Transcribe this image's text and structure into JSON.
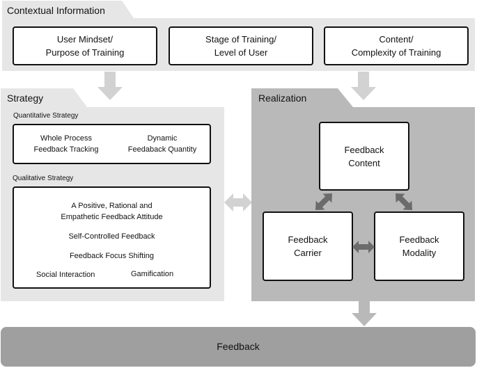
{
  "contextual": {
    "title": "Contextual Information",
    "boxes": [
      {
        "line1": "User Mindset/",
        "line2": "Purpose of Training"
      },
      {
        "line1": "Stage of Training/",
        "line2": "Level of User"
      },
      {
        "line1": "Content/",
        "line2": "Complexity of Training"
      }
    ]
  },
  "strategy": {
    "title": "Strategy",
    "quantitative": {
      "label": "Quantitative Strategy",
      "items": [
        {
          "line1": "Whole Process",
          "line2": "Feedback Tracking"
        },
        {
          "line1": "Dynamic",
          "line2": "Feedaback Quantity"
        }
      ]
    },
    "qualitative": {
      "label": "Qualitative Strategy",
      "item1_line1": "A Positive, Rational and",
      "item1_line2": "Empathetic Feedback Attitude",
      "item2": "Self-Controlled Feedback",
      "item3": "Feedback Focus Shifting",
      "item4": "Social Interaction",
      "item5": "Gamification"
    }
  },
  "realization": {
    "title": "Realization",
    "content": {
      "line1": "Feedback",
      "line2": "Content"
    },
    "carrier": {
      "line1": "Feedback",
      "line2": "Carrier"
    },
    "modality": {
      "line1": "Feedback",
      "line2": "Modality"
    }
  },
  "feedback": {
    "label": "Feedback"
  },
  "colors": {
    "light_panel": "#e6e6e6",
    "mid_panel": "#b9b9b9",
    "dark_panel": "#9f9f9f",
    "arrow_light": "#d2d2d2",
    "arrow_dark": "#6b6b6b",
    "box_border": "#111111"
  }
}
